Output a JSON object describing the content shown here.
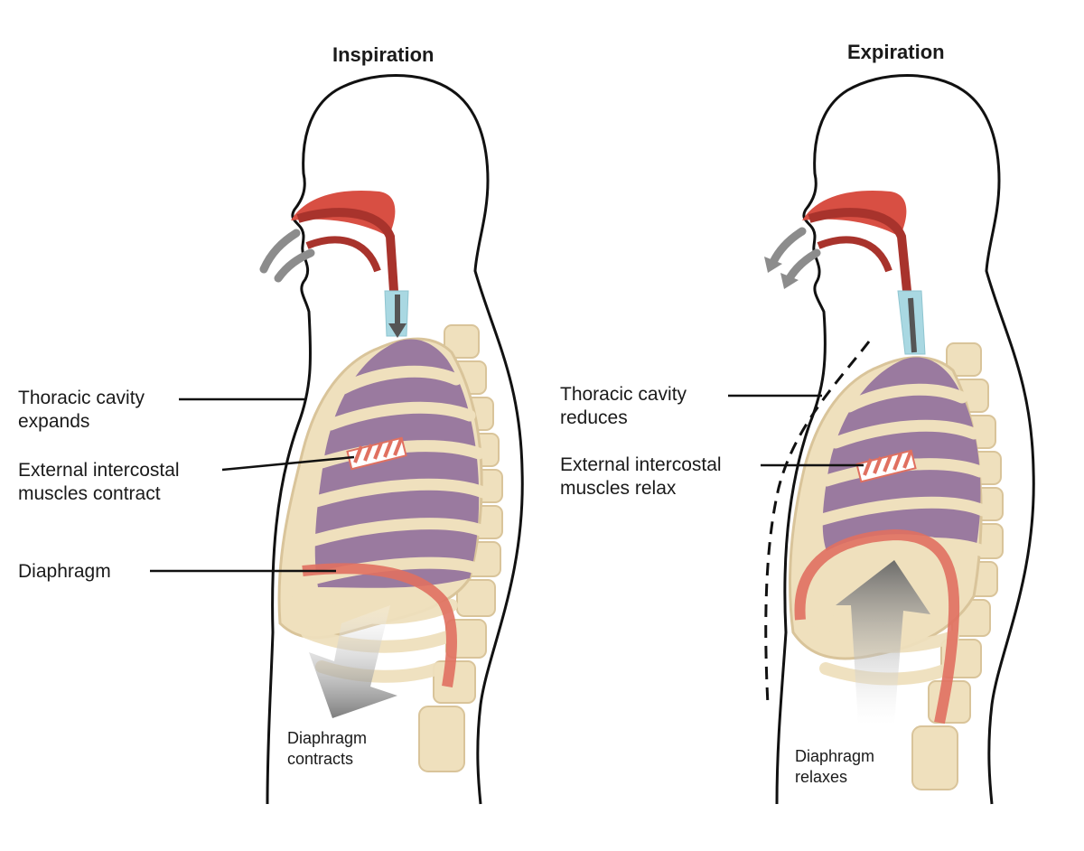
{
  "panels": [
    {
      "title": "Inspiration",
      "thoracic": [
        "Thoracic cavity",
        "expands"
      ],
      "intercostal": [
        "External intercostal",
        "muscles  contract"
      ],
      "diaphragm": "Diaphragm",
      "action": [
        "Diaphragm",
        "contracts"
      ]
    },
    {
      "title": "Expiration",
      "thoracic": [
        "Thoracic cavity",
        "reduces"
      ],
      "intercostal": [
        "External intercostal",
        "muscles  relax"
      ],
      "action": [
        "Diaphragm",
        "relaxes"
      ]
    }
  ],
  "colors": {
    "bone": "#efe0bd",
    "bone_edge": "#d9c49a",
    "lung": "#9a7a9f",
    "airway": "#d84f43",
    "airway_dark": "#a8332c",
    "trachea": "#a9d8e2",
    "muscle": "#e07060",
    "arrow": "#8c8c8c",
    "outline": "#111111"
  }
}
